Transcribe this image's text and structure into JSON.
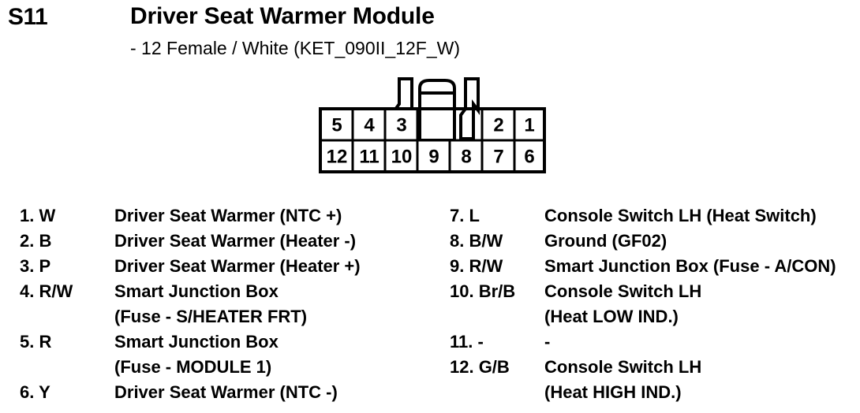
{
  "header": {
    "code": "S11",
    "title": "Driver Seat Warmer Module",
    "subtitle": "- 12 Female / White (KET_090II_12F_W)"
  },
  "connector": {
    "name": "connector-pinout-diagram",
    "rows": 2,
    "columns": 7,
    "stroke_color": "#000000",
    "fill_color": "#ffffff",
    "top_row": [
      "5",
      "4",
      "3",
      "",
      "",
      "2",
      "1"
    ],
    "bottom_row": [
      "12",
      "11",
      "10",
      "9",
      "8",
      "7",
      "6"
    ],
    "latch": "center-locking-tab"
  },
  "pins_left": [
    {
      "id": "1. W",
      "lines": [
        "Driver Seat Warmer (NTC +)"
      ]
    },
    {
      "id": "2. B",
      "lines": [
        "Driver Seat Warmer (Heater -)"
      ]
    },
    {
      "id": "3. P",
      "lines": [
        "Driver Seat Warmer (Heater +)"
      ]
    },
    {
      "id": "4. R/W",
      "lines": [
        "Smart Junction Box",
        "(Fuse - S/HEATER FRT)"
      ]
    },
    {
      "id": "5. R",
      "lines": [
        "Smart Junction Box",
        "(Fuse - MODULE 1)"
      ]
    },
    {
      "id": "6. Y",
      "lines": [
        "Driver Seat Warmer (NTC -)"
      ]
    }
  ],
  "pins_right": [
    {
      "id": "7. L",
      "lines": [
        "Console Switch LH (Heat Switch)"
      ]
    },
    {
      "id": "8. B/W",
      "lines": [
        "Ground (GF02)"
      ]
    },
    {
      "id": "9. R/W",
      "lines": [
        "Smart Junction Box (Fuse - A/CON)"
      ]
    },
    {
      "id": "10. Br/B",
      "lines": [
        "Console Switch LH",
        "(Heat LOW IND.)"
      ]
    },
    {
      "id": "11. -",
      "lines": [
        "-"
      ]
    },
    {
      "id": "12. G/B",
      "lines": [
        "Console Switch LH",
        "(Heat HIGH IND.)"
      ]
    }
  ]
}
